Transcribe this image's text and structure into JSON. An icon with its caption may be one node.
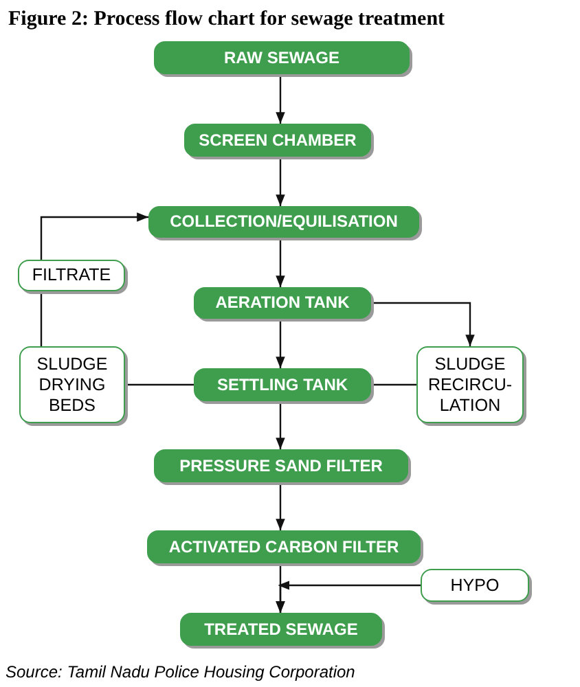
{
  "diagram": {
    "title": "Figure 2: Process flow chart for sewage treatment",
    "caption": "Source: Tamil Nadu Police Housing Corporation",
    "nodes": [
      {
        "text": [
          "RAW SEWAGE"
        ]
      },
      {
        "text": [
          "SCREEN CHAMBER"
        ]
      },
      {
        "text": [
          "COLLECTION/EQUILISATION"
        ]
      },
      {
        "text": [
          "FILTRATE"
        ]
      },
      {
        "text": [
          "AERATION TANK"
        ]
      },
      {
        "text": [
          "SLUDGE DRYING BEDS"
        ]
      },
      {
        "text": [
          "SETTLING TANK"
        ]
      },
      {
        "text": [
          "SLUDGE RECIRCU- LATION"
        ]
      },
      {
        "text": [
          "PRESSURE SAND FILTER"
        ]
      },
      {
        "text": [
          "ACTIVATED CARBON FILTER"
        ]
      },
      {
        "text": [
          "HYPO"
        ]
      },
      {
        "text": [
          "TREATED SEWAGE"
        ]
      }
    ],
    "edges": [
      {
        "from": 0,
        "to": 1,
        "arrow": "to"
      },
      {
        "from": 1,
        "to": 2,
        "arrow": "to"
      },
      {
        "from": 2,
        "to": 4,
        "arrow": "to"
      },
      {
        "from": 4,
        "to": 7,
        "arrow": "to"
      },
      {
        "from": 4,
        "to": 6,
        "arrow": "to"
      },
      {
        "from": 6,
        "to": 5,
        "arrow": "none"
      },
      {
        "from": 6,
        "to": 7,
        "arrow": "none"
      },
      {
        "from": 5,
        "to": 3,
        "arrow": "none"
      },
      {
        "from": 3,
        "to": 2,
        "arrow": "to"
      },
      {
        "from": 6,
        "to": 8,
        "arrow": "to"
      },
      {
        "from": 8,
        "to": 9,
        "arrow": "to"
      },
      {
        "from": 9,
        "to": 11,
        "arrow": "to"
      },
      {
        "from": 10,
        "to": 11,
        "arrow": "to"
      }
    ]
  }
}
